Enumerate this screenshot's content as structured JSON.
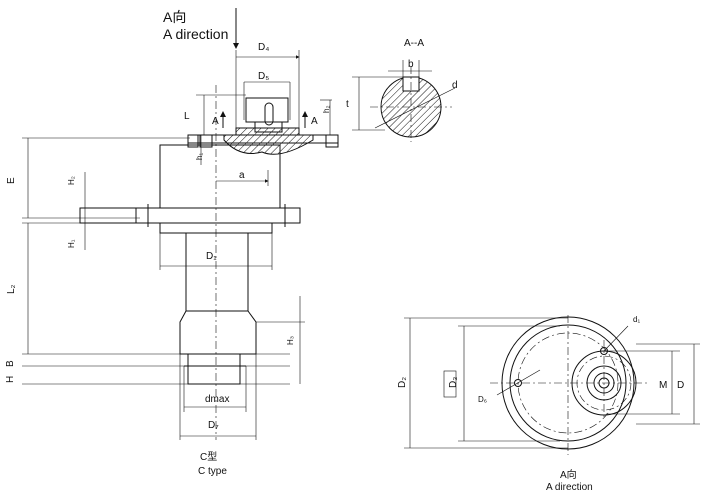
{
  "header": {
    "view_direction_cn": "A向",
    "view_direction_en": "A direction"
  },
  "section_title": "A--A",
  "section_labels": {
    "b": "b",
    "d": "d",
    "t": "t"
  },
  "front_view": {
    "D4": "D₄",
    "D5": "D₅",
    "L": "L",
    "A_left": "A",
    "A_right": "A",
    "h2": "h₂",
    "h1": "h₁",
    "a": "a",
    "E": "E",
    "H2": "H₂",
    "H1": "H₁",
    "D1": "D₁",
    "L2": "L₂",
    "H3": "H₃",
    "B": "B",
    "H": "H",
    "dmax": "dmax",
    "D7": "D₇"
  },
  "caption": {
    "type_cn": "C型",
    "type_en": "C type"
  },
  "plan_view": {
    "d1": "d₁",
    "D3": "D₃",
    "D2": "D₂",
    "D6": "D₆",
    "M": "M",
    "D": "D",
    "caption_cn": "A向",
    "caption_en": "A direction"
  }
}
